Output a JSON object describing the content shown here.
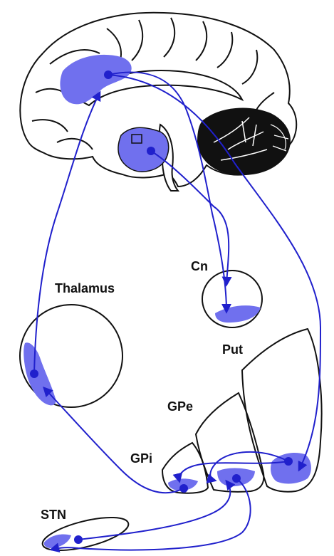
{
  "labels": {
    "thalamus": "Thalamus",
    "cn": "Cn",
    "put": "Put",
    "gpe": "GPe",
    "gpi": "GPi",
    "stn": "STN"
  },
  "colors": {
    "highlight": "#7070ee",
    "pathway": "#2020cc",
    "outline": "#111111",
    "cerebellum": "#111111"
  }
}
